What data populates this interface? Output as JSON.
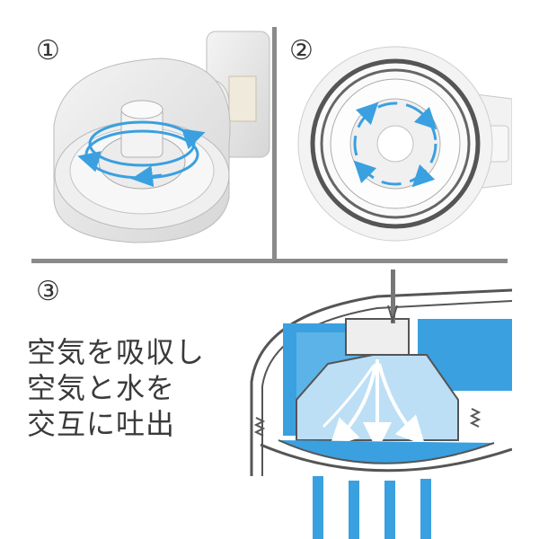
{
  "steps": [
    {
      "number": "①"
    },
    {
      "number": "②"
    },
    {
      "number": "③"
    }
  ],
  "caption": {
    "line1": "空気を吸収し",
    "line2": "空気と水を",
    "line3": "交互に吐出"
  },
  "colors": {
    "water": "#3aa0e0",
    "water_light": "#8cc8f0",
    "outline": "#555555",
    "divider": "#8a8a8a"
  }
}
